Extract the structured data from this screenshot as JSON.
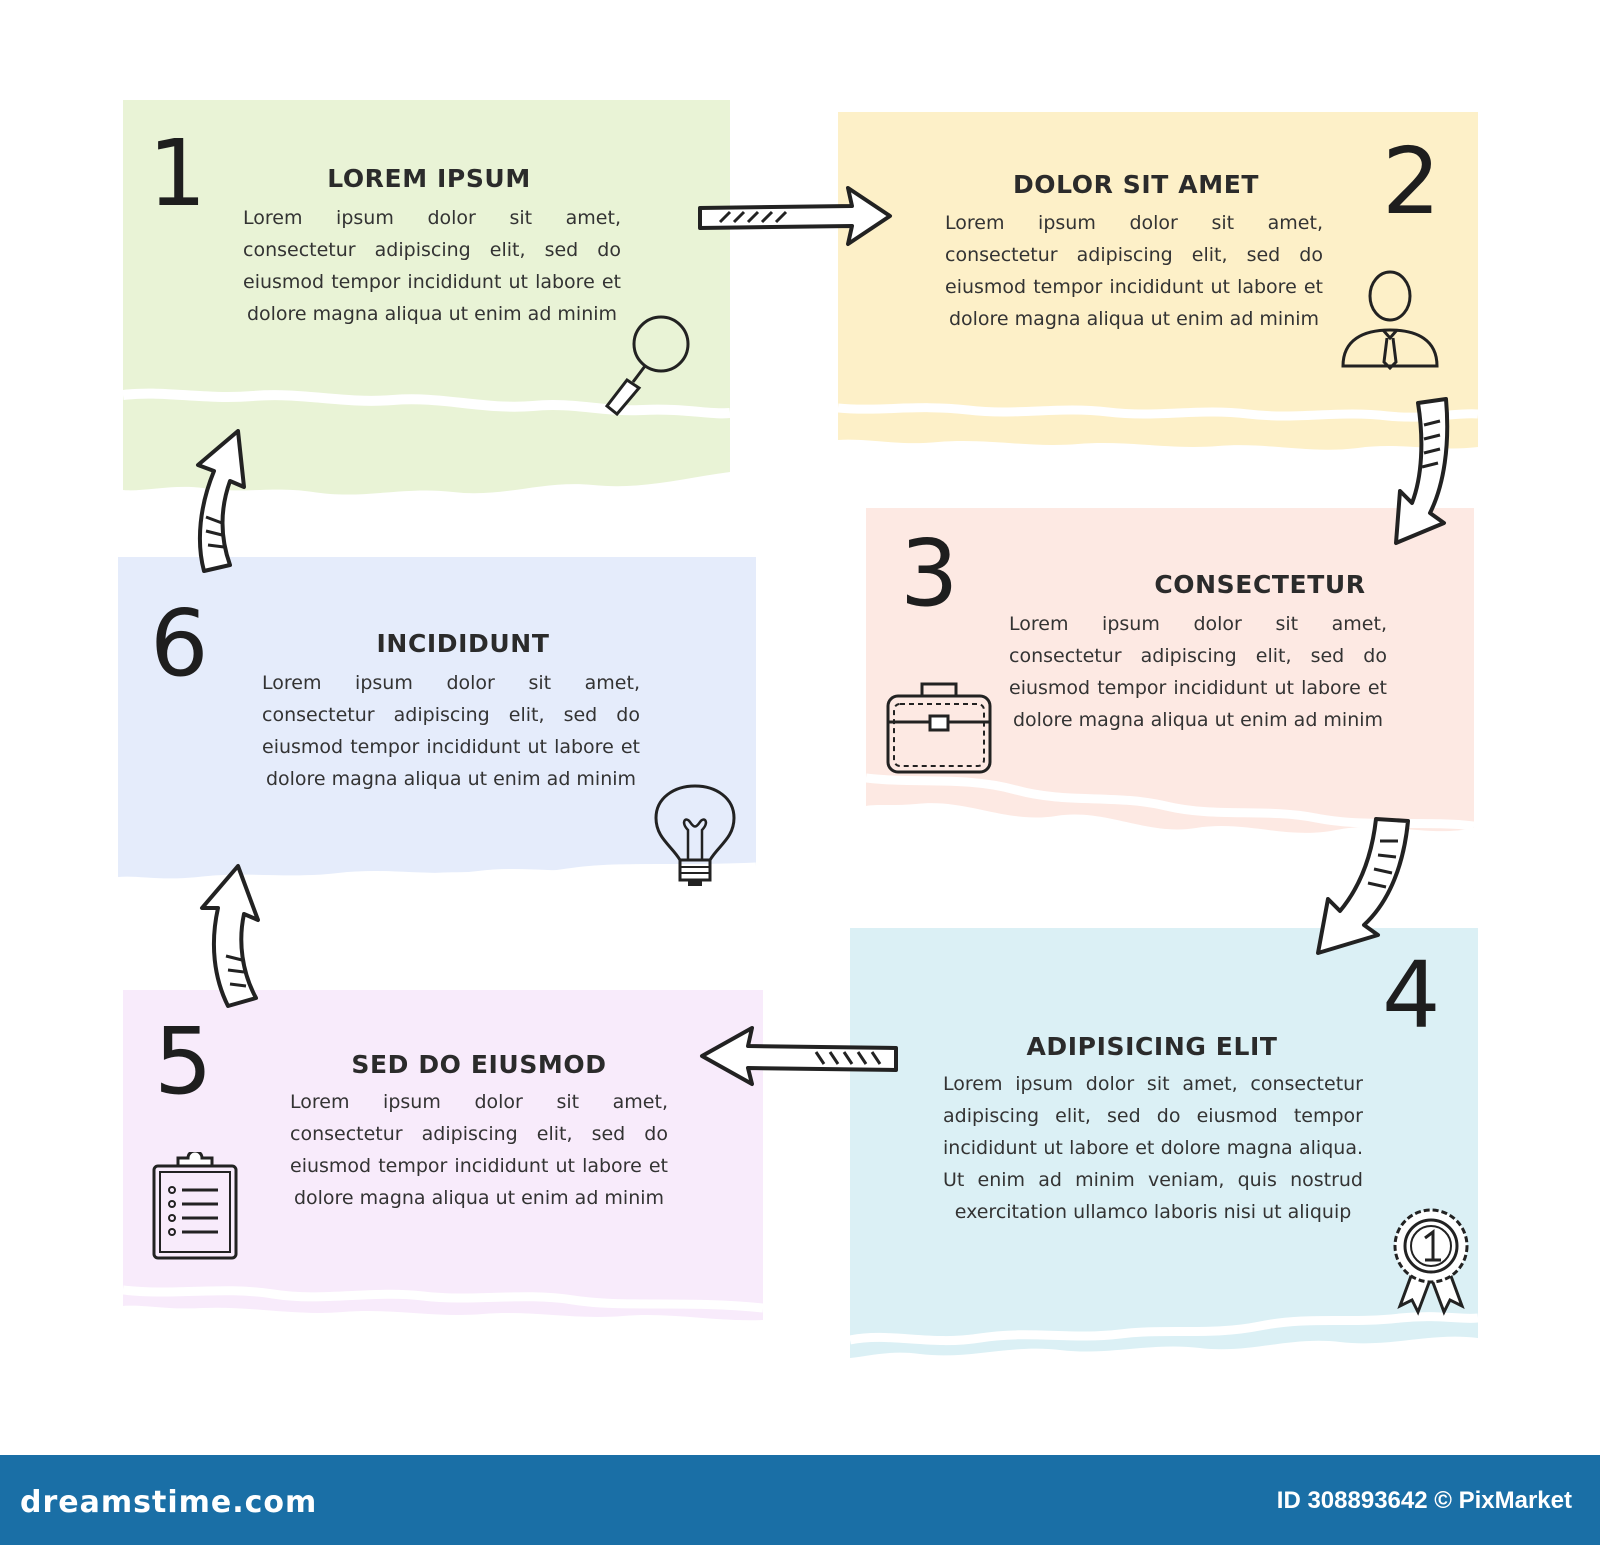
{
  "steps": [
    {
      "number": "1",
      "title": "LOREM IPSUM",
      "body": "Lorem ipsum dolor sit amet, consectetur adipiscing elit, sed do eiusmod tempor incididunt ut labore et dolore magna aliqua ut enim ad minim",
      "icon": "magnifier-icon",
      "color": "#e9f3d6"
    },
    {
      "number": "2",
      "title": "DOLOR SIT AMET",
      "body": "Lorem ipsum dolor sit amet, consectetur adipiscing elit, sed do eiusmod tempor incididunt ut labore et dolore magna aliqua ut enim ad minim",
      "icon": "businessman-icon",
      "color": "#fdf0c8"
    },
    {
      "number": "3",
      "title": "CONSECTETUR",
      "body": "Lorem ipsum dolor sit amet, consectetur adipiscing elit, sed do eiusmod tempor incididunt ut labore et dolore magna aliqua ut enim ad minim",
      "icon": "briefcase-icon",
      "color": "#fde9e3"
    },
    {
      "number": "4",
      "title": "ADIPISICING ELIT",
      "body": "Lorem ipsum dolor sit amet, consectetur adipiscing elit, sed do eiusmod tempor incididunt ut labore et dolore magna aliqua. Ut enim ad minim veniam, quis nostrud exercitation ullamco laboris nisi ut aliquip",
      "icon": "award-medal-icon",
      "color": "#dbf0f5"
    },
    {
      "number": "5",
      "title": "SED DO EIUSMOD",
      "body": "Lorem ipsum dolor sit amet, consectetur adipiscing elit, sed do eiusmod tempor incididunt ut labore et dolore magna aliqua ut enim ad minim",
      "icon": "clipboard-icon",
      "color": "#f8ebfb"
    },
    {
      "number": "6",
      "title": "INCIDIDUNT",
      "body": "Lorem ipsum dolor sit amet, consectetur adipiscing elit, sed do eiusmod tempor incididunt ut labore et dolore magna aliqua ut enim ad minim",
      "icon": "lightbulb-icon",
      "color": "#e5ecfb"
    }
  ],
  "footer": {
    "brand": "dreamstime.com",
    "id_text": "ID 308893642 © PixMarket",
    "color": "#1a6fa6"
  }
}
